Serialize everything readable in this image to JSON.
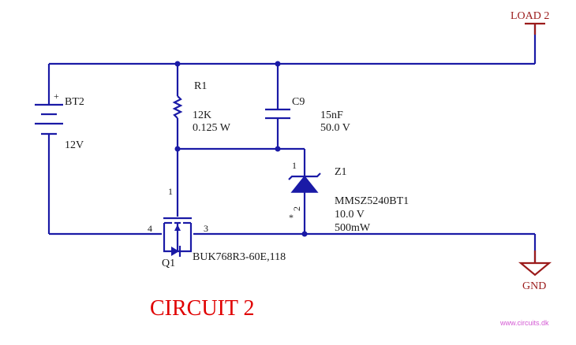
{
  "power": {
    "load_label": "LOAD 2",
    "gnd_label": "GND"
  },
  "battery": {
    "ref": "BT2",
    "value": "12V",
    "plus": "+"
  },
  "resistor": {
    "ref": "R1",
    "value": "12K",
    "power": "0.125 W"
  },
  "capacitor": {
    "ref": "C9",
    "value": "15nF",
    "voltage": "50.0 V"
  },
  "zener": {
    "ref": "Z1",
    "part": "MMSZ5240BT1",
    "voltage": "10.0 V",
    "power": "500mW",
    "pin1": "1",
    "pin2": "2",
    "marker": "*"
  },
  "mosfet": {
    "ref": "Q1",
    "part": "BUK768R3-60E,118",
    "pin_gate": "1",
    "pin_left": "4",
    "pin_right": "3"
  },
  "title": "CIRCUIT 2",
  "watermark": "www.circuits.dk",
  "colors": {
    "wire": "#1a1aa6",
    "title": "#e00000",
    "power_symbol": "#9b1b1b",
    "watermark": "#d45ad4"
  }
}
